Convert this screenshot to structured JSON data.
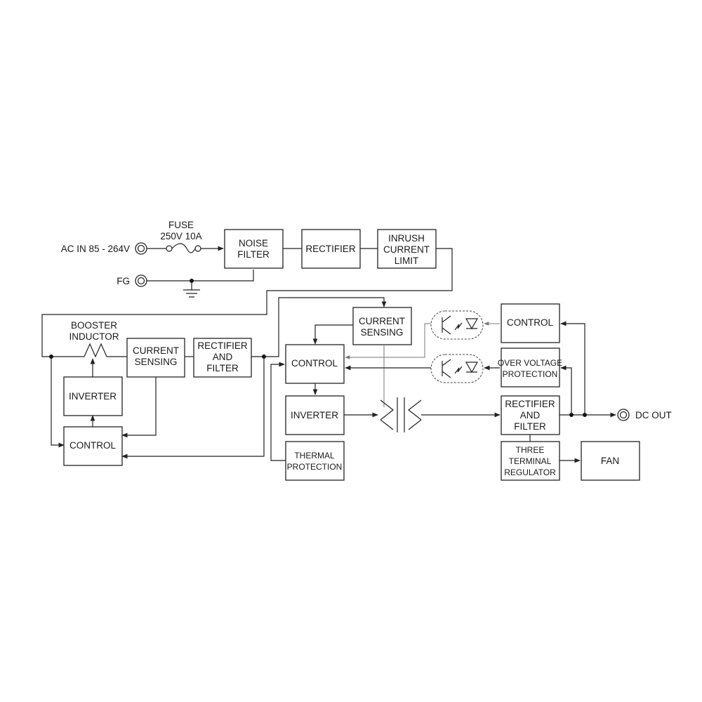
{
  "terminals": {
    "ac_in": "AC IN 85 - 264V",
    "fg": "FG",
    "dc_out": "DC OUT"
  },
  "fuse": {
    "line1": "FUSE",
    "line2": "250V 10A"
  },
  "booster_inductor": {
    "line1": "BOOSTER",
    "line2": "INDUCTOR"
  },
  "blocks": {
    "noise_filter": [
      "NOISE",
      "FILTER"
    ],
    "rectifier": [
      "RECTIFIER"
    ],
    "inrush_current_limit": [
      "INRUSH",
      "CURRENT",
      "LIMIT"
    ],
    "current_sensing_1": [
      "CURRENT",
      "SENSING"
    ],
    "rectifier_filter_1": [
      "RECTIFIER",
      "AND",
      "FILTER"
    ],
    "inverter_1": [
      "INVERTER"
    ],
    "control_1": [
      "CONTROL"
    ],
    "current_sensing_2": [
      "CURRENT",
      "SENSING"
    ],
    "control_2": [
      "CONTROL"
    ],
    "inverter_2": [
      "INVERTER"
    ],
    "thermal_protection": [
      "THERMAL",
      "PROTECTION"
    ],
    "control_3": [
      "CONTROL"
    ],
    "over_voltage_protection": [
      "OVER VOLTAGE",
      "PROTECTION"
    ],
    "rectifier_filter_2": [
      "RECTIFIER",
      "AND",
      "FILTER"
    ],
    "three_terminal_regulator": [
      "THREE",
      "TERMINAL",
      "REGULATOR"
    ],
    "fan": [
      "FAN"
    ]
  }
}
